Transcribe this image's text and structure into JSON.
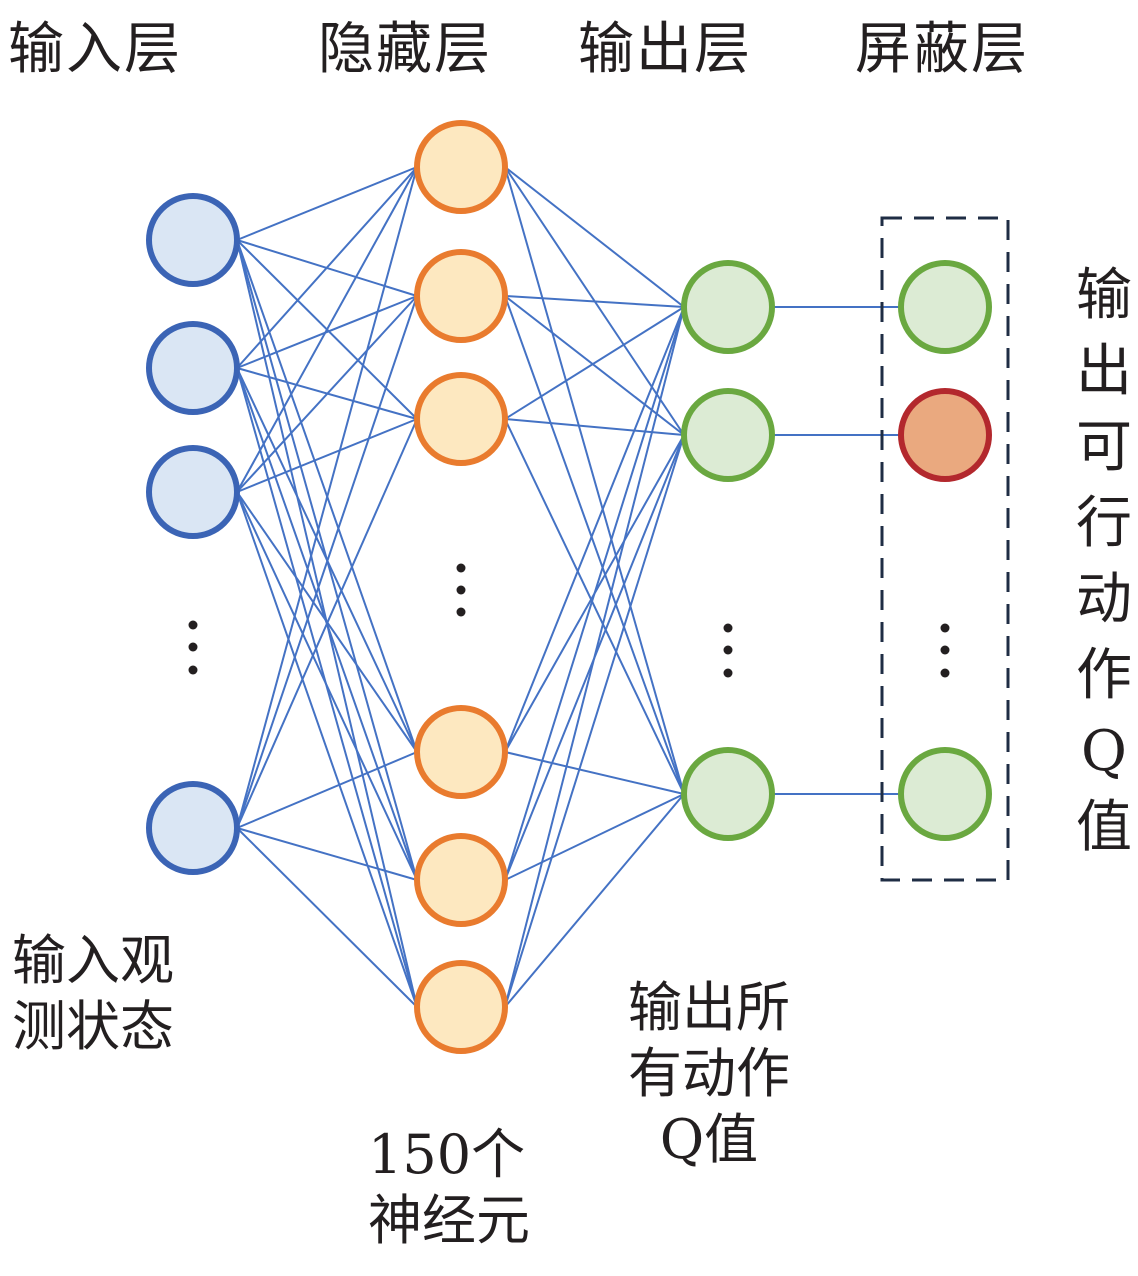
{
  "headers": {
    "input": "输入层",
    "hidden": "隐藏层",
    "output": "输出层",
    "mask": "屏蔽层"
  },
  "notes": {
    "input": "输入观\n测状态",
    "hidden": "150个\n神经元",
    "output": "输出所\n有动作\nQ值",
    "mask": "输出可行动作Q值"
  },
  "colors": {
    "edge": "#4472c4",
    "input_fill": "#dae6f4",
    "input_stroke": "#3b64b5",
    "hidden_fill": "#fde8c0",
    "hidden_stroke": "#e97b2e",
    "output_fill": "#dcebd4",
    "output_stroke": "#6aa840",
    "masked_fill": "#eaa97f",
    "masked_stroke": "#b3282d",
    "box": "#1f2d44",
    "text": "#231f20"
  }
}
